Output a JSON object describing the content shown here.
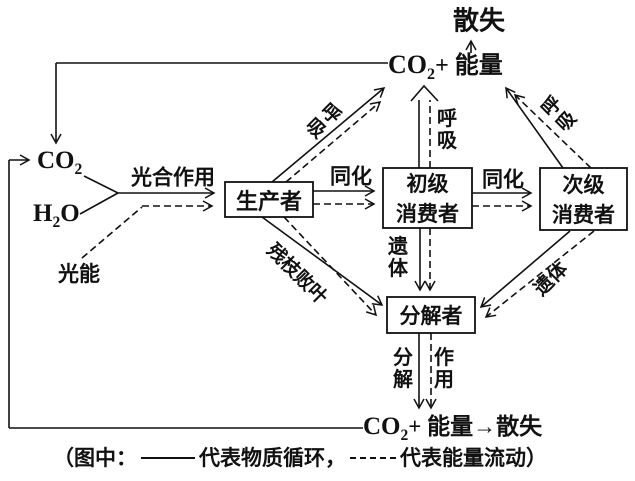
{
  "nodes": {
    "producer": "生产者",
    "primary_consumer": [
      "初级",
      "消费者"
    ],
    "secondary_consumer": [
      "次级",
      "消费者"
    ],
    "decomposer": "分解者"
  },
  "top": {
    "dissipation": "散失",
    "co2_base": "CO",
    "co2_sub": "2",
    "plus_energy": "+ 能量"
  },
  "bottom": {
    "co2_base": "CO",
    "co2_sub": "2",
    "plus_energy": "+ 能量",
    "arrow": "→",
    "dissipation": "散失"
  },
  "left_inputs": {
    "co2_base": "CO",
    "co2_sub": "2",
    "h2o_h": "H",
    "h2o_sub": "2",
    "h2o_o": "O",
    "light_energy": "光能"
  },
  "process_labels": {
    "photosynthesis": "光合作用",
    "assimilation_1": "同化",
    "assimilation_2": "同化",
    "respiration_producer": [
      "呼",
      "吸"
    ],
    "respiration_primary": [
      "呼",
      "吸"
    ],
    "respiration_secondary": [
      "呼",
      "吸"
    ],
    "remains_primary": [
      "遗",
      "体"
    ],
    "remains_secondary": "遗体",
    "litter": "残枝败叶",
    "decompose": [
      "分",
      "解"
    ],
    "action": [
      "作",
      "用"
    ]
  },
  "legend": {
    "prefix": "（图中：",
    "solid_meaning": "代表物质循环，",
    "dashed_meaning": "代表能量流动）"
  },
  "colors": {
    "ink": "#111111",
    "background": "#ffffff"
  }
}
